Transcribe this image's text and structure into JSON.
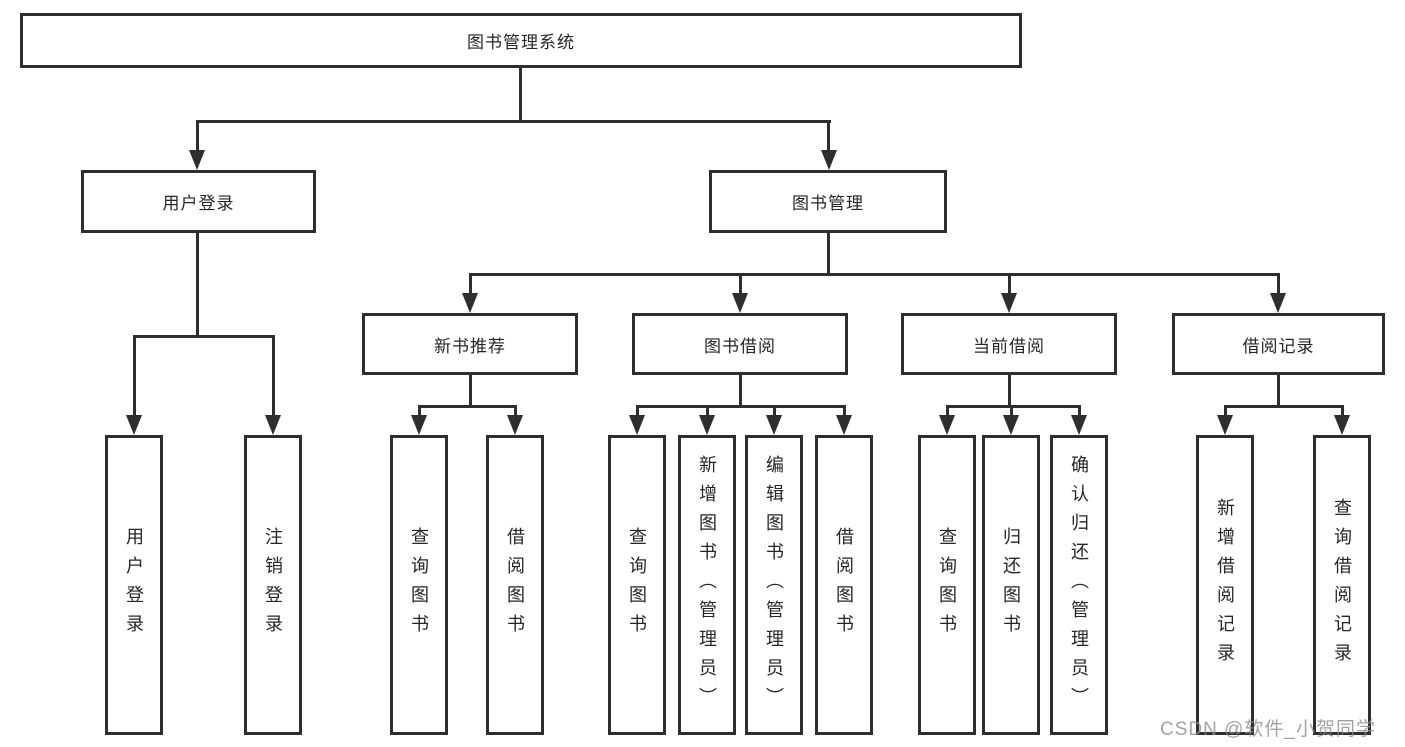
{
  "tree": {
    "root": "图书管理系统",
    "l2": [
      {
        "label": "用户登录",
        "leaves": [
          "用户登录",
          "注销登录"
        ]
      },
      {
        "label": "图书管理",
        "groups": [
          {
            "label": "新书推荐",
            "leaves": [
              "查询图书",
              "借阅图书"
            ]
          },
          {
            "label": "图书借阅",
            "leaves": [
              "查询图书",
              "新增图书（管理员）",
              "编辑图书（管理员）",
              "借阅图书"
            ]
          },
          {
            "label": "当前借阅",
            "leaves": [
              "查询图书",
              "归还图书",
              "确认归还（管理员）"
            ]
          },
          {
            "label": "借阅记录",
            "leaves": [
              "新增借阅记录",
              "查询借阅记录"
            ]
          }
        ]
      }
    ]
  },
  "colors": {
    "line": "#2e2e2e",
    "text": "#262626",
    "background": "#ffffff",
    "watermark_gray": "#8c8c8c"
  },
  "watermark": "CSDN @软件_小贺同学"
}
